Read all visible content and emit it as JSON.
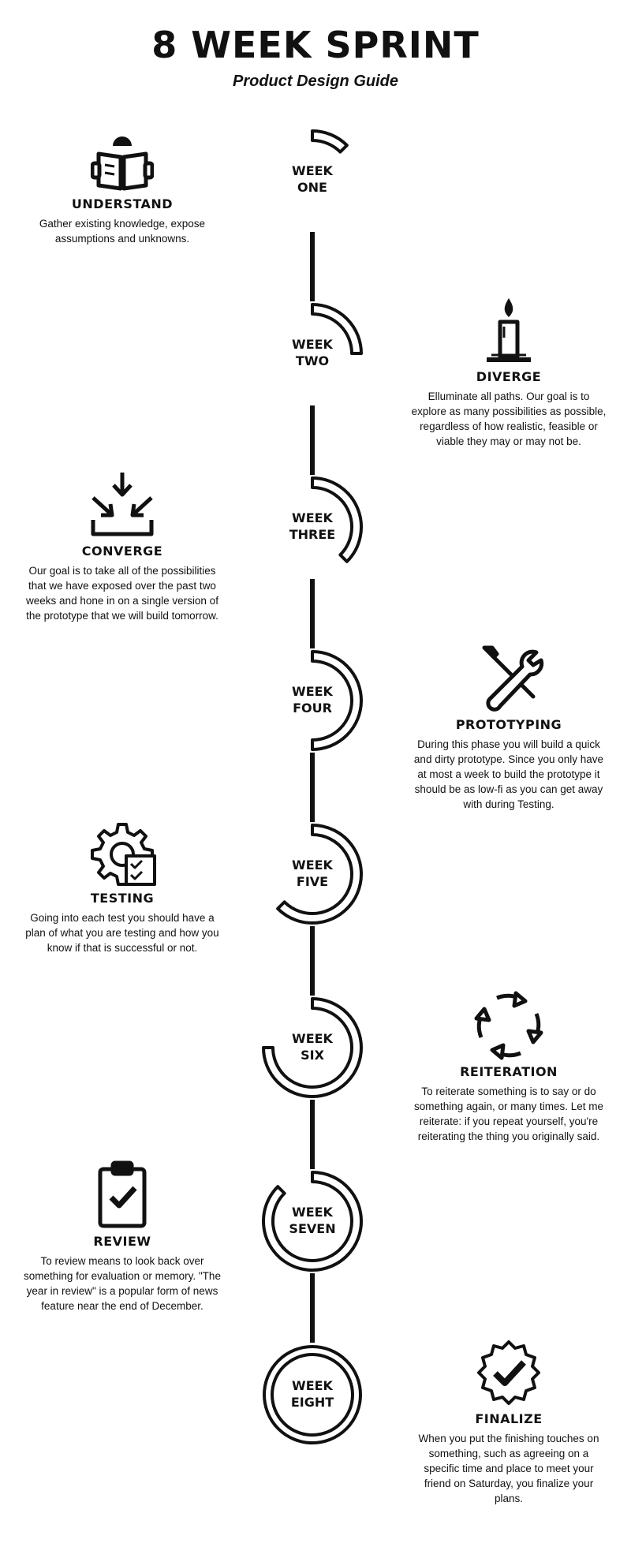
{
  "header": {
    "title": "8 WEEK SPRINT",
    "subtitle": "Product Design Guide"
  },
  "weeks": [
    {
      "line1": "WEEK",
      "line2": "ONE",
      "progress": 0.125
    },
    {
      "line1": "WEEK",
      "line2": "TWO",
      "progress": 0.25
    },
    {
      "line1": "WEEK",
      "line2": "THREE",
      "progress": 0.375
    },
    {
      "line1": "WEEK",
      "line2": "FOUR",
      "progress": 0.5
    },
    {
      "line1": "WEEK",
      "line2": "FIVE",
      "progress": 0.625
    },
    {
      "line1": "WEEK",
      "line2": "SIX",
      "progress": 0.75
    },
    {
      "line1": "WEEK",
      "line2": "SEVEN",
      "progress": 0.875
    },
    {
      "line1": "WEEK",
      "line2": "EIGHT",
      "progress": 1.0
    }
  ],
  "phases": [
    {
      "icon": "reading-book-icon",
      "title": "UNDERSTAND",
      "text": "Gather existing knowledge, expose assumptions and unknowns."
    },
    {
      "icon": "candle-icon",
      "title": "DIVERGE",
      "text": "Elluminate all paths. Our goal is to explore as many possibilities as possible, regardless of how realistic, feasible or viable they may or may not be."
    },
    {
      "icon": "converge-arrows-icon",
      "title": "CONVERGE",
      "text": "Our goal is to take all of the possibilities that we have exposed over the past two weeks and hone in on a single version of the prototype that we will build tomorrow."
    },
    {
      "icon": "wrench-screwdriver-icon",
      "title": "PROTOTYPING",
      "text": "During this phase you will build a quick and dirty prototype. Since you only have at most a week to build the prototype it should be as low-fi as you can get away with during Testing."
    },
    {
      "icon": "gear-checklist-icon",
      "title": "TESTING",
      "text": "Going into each test you should have a plan of what you are testing and how you know if that is successful or not."
    },
    {
      "icon": "cycle-arrows-icon",
      "title": "REITERATION",
      "text": "To reiterate something is to say or do something again, or many times. Let me reiterate: if you repeat yourself, you're reiterating the thing you originally said."
    },
    {
      "icon": "clipboard-check-icon",
      "title": "REVIEW",
      "text": "To review means to look back over something for evaluation or memory. \"The year in review\" is a popular form of news feature near the end of December."
    },
    {
      "icon": "badge-check-icon",
      "title": "FINALIZE",
      "text": "When you put the finishing touches on something, such as agreeing on a specific time and place to meet your friend on Saturday, you finalize your plans."
    }
  ],
  "colors": {
    "ink": "#111111",
    "background": "#ffffff"
  }
}
